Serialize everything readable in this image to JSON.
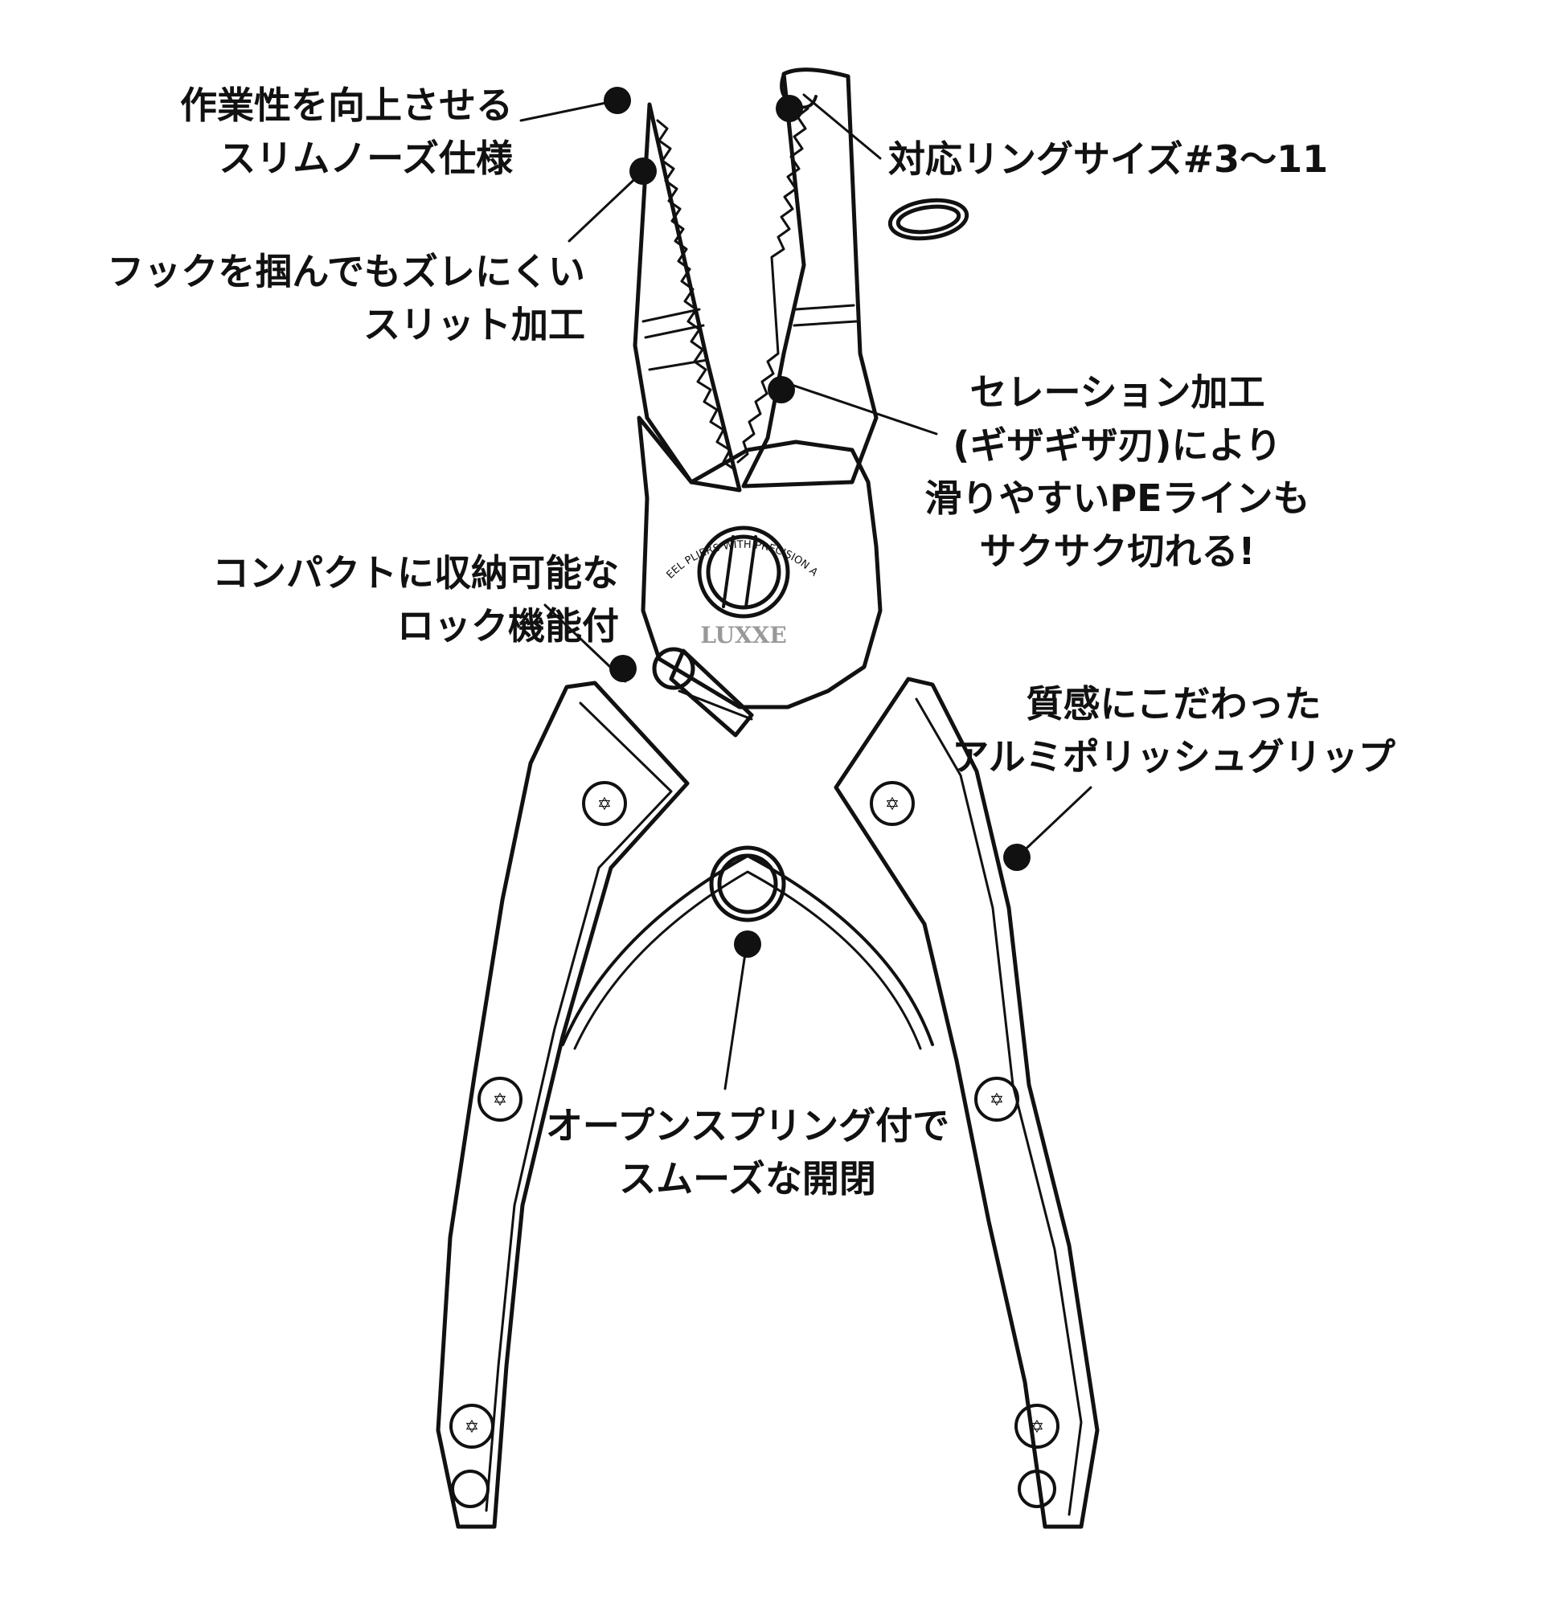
{
  "colors": {
    "ink": "#111111",
    "background": "#ffffff"
  },
  "product": {
    "arc_text": "STAINLESS STEEL PLIERS  WITH PRECISION AND STRENGTH",
    "brand": "LUXXE"
  },
  "callouts": {
    "slim_nose": {
      "line1": "作業性を向上させる",
      "line2": "スリムノーズ仕様"
    },
    "ring_size": {
      "line1": "対応リングサイズ#3～11"
    },
    "slit": {
      "line1": "フックを掴んでもズレにくい",
      "line2": "スリット加工"
    },
    "serration": {
      "line1": "セレーション加工",
      "line2": "(ギザギザ刃)により",
      "line3": "滑りやすいPEラインも",
      "line4": "サクサク切れる!"
    },
    "lock": {
      "line1": "コンパクトに収納可能な",
      "line2": "ロック機能付"
    },
    "grip": {
      "line1": "質感にこだわった",
      "line2": "アルミポリッシュグリップ"
    },
    "spring": {
      "line1": "オープンスプリング付で",
      "line2": "スムーズな開閉"
    }
  }
}
